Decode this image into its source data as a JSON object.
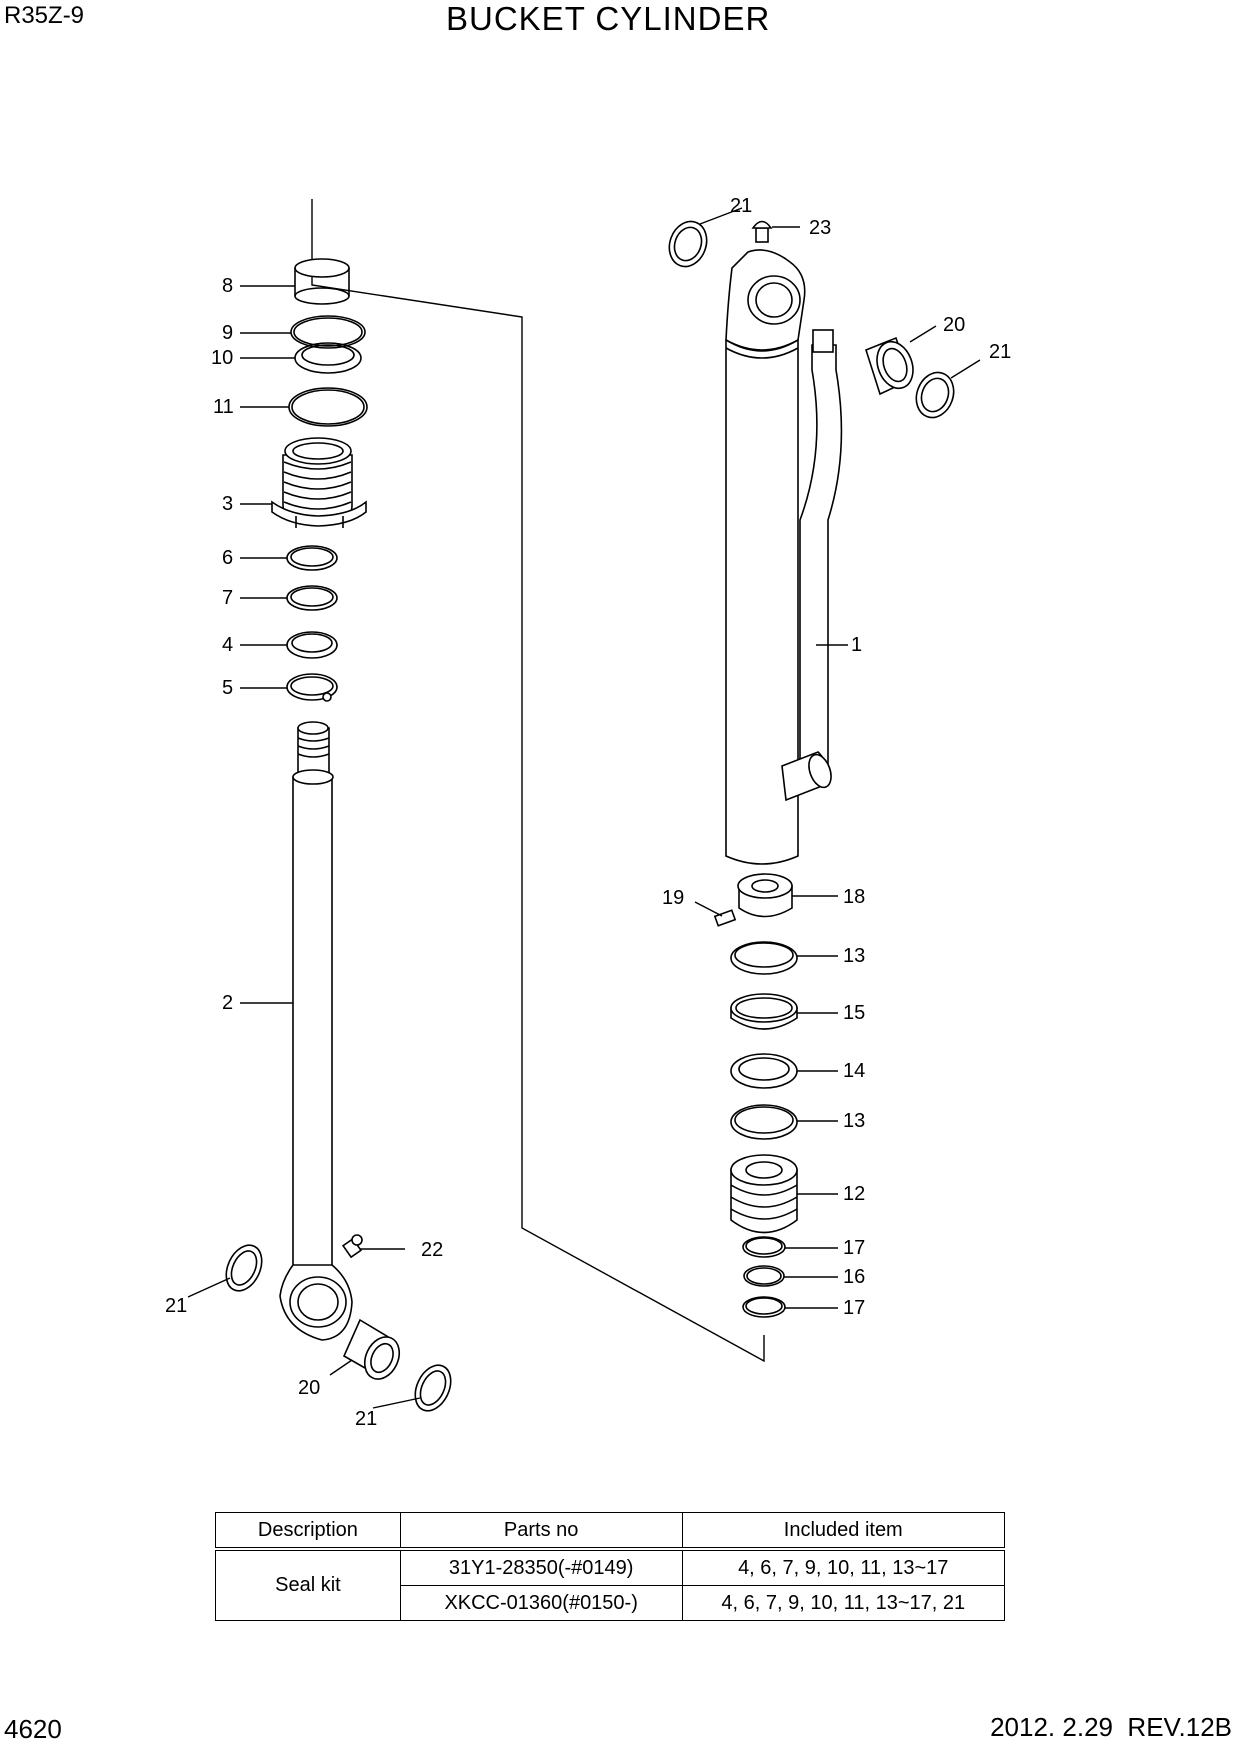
{
  "header": {
    "model": "R35Z-9",
    "title": "BUCKET CYLINDER"
  },
  "footer": {
    "page_number": "4620",
    "revision": "2012. 2.29  REV.12B"
  },
  "callouts": [
    {
      "id": "c8",
      "text": "8"
    },
    {
      "id": "c9",
      "text": "9"
    },
    {
      "id": "c10",
      "text": "10"
    },
    {
      "id": "c11",
      "text": "11"
    },
    {
      "id": "c3",
      "text": "3"
    },
    {
      "id": "c6",
      "text": "6"
    },
    {
      "id": "c7",
      "text": "7"
    },
    {
      "id": "c4",
      "text": "4"
    },
    {
      "id": "c5",
      "text": "5"
    },
    {
      "id": "c2",
      "text": "2"
    },
    {
      "id": "c22",
      "text": "22"
    },
    {
      "id": "c21a",
      "text": "21"
    },
    {
      "id": "c20a",
      "text": "20"
    },
    {
      "id": "c21b",
      "text": "21"
    },
    {
      "id": "c21c",
      "text": "21"
    },
    {
      "id": "c23",
      "text": "23"
    },
    {
      "id": "c20b",
      "text": "20"
    },
    {
      "id": "c21d",
      "text": "21"
    },
    {
      "id": "c1",
      "text": "1"
    },
    {
      "id": "c19",
      "text": "19"
    },
    {
      "id": "c18",
      "text": "18"
    },
    {
      "id": "c13a",
      "text": "13"
    },
    {
      "id": "c15",
      "text": "15"
    },
    {
      "id": "c14",
      "text": "14"
    },
    {
      "id": "c13b",
      "text": "13"
    },
    {
      "id": "c12",
      "text": "12"
    },
    {
      "id": "c17a",
      "text": "17"
    },
    {
      "id": "c16",
      "text": "16"
    },
    {
      "id": "c17b",
      "text": "17"
    }
  ],
  "seal_kit_table": {
    "headers": [
      "Description",
      "Parts no",
      "Included item"
    ],
    "group_label": "Seal kit",
    "rows": [
      {
        "parts_no": "31Y1-28350(-#0149)",
        "included": "4, 6, 7, 9, 10, 11, 13~17"
      },
      {
        "parts_no": "XKCC-01360(#0150-)",
        "included": "4, 6, 7, 9, 10, 11, 13~17, 21"
      }
    ]
  }
}
